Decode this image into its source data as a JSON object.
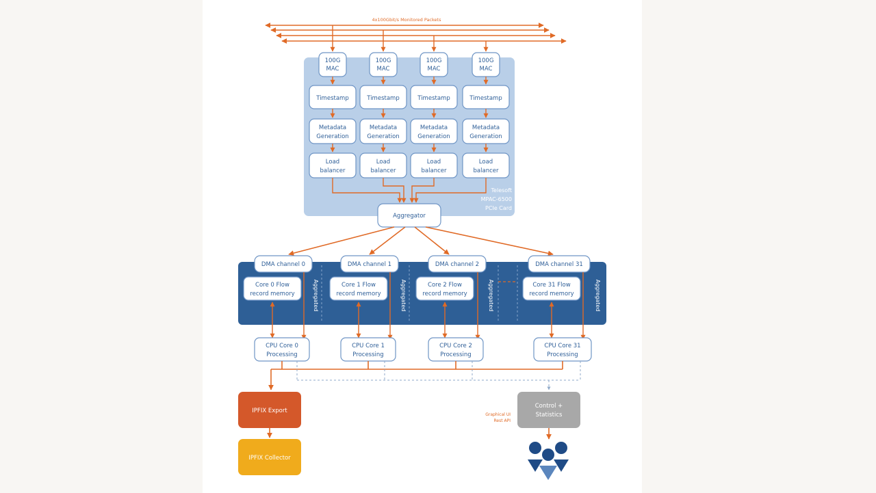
{
  "top_label": "4x100Gbit/s Monitored Packets",
  "mac": [
    {
      "line1": "100G",
      "line2": "MAC"
    },
    {
      "line1": "100G",
      "line2": "MAC"
    },
    {
      "line1": "100G",
      "line2": "MAC"
    },
    {
      "line1": "100G",
      "line2": "MAC"
    }
  ],
  "timestamp": [
    "Timestamp",
    "Timestamp",
    "Timestamp",
    "Timestamp"
  ],
  "metadata": [
    {
      "line1": "Metadata",
      "line2": "Generation"
    },
    {
      "line1": "Metadata",
      "line2": "Generation"
    },
    {
      "line1": "Metadata",
      "line2": "Generation"
    },
    {
      "line1": "Metadata",
      "line2": "Generation"
    }
  ],
  "balancer": [
    {
      "line1": "Load",
      "line2": "balancer"
    },
    {
      "line1": "Load",
      "line2": "balancer"
    },
    {
      "line1": "Load",
      "line2": "balancer"
    },
    {
      "line1": "Load",
      "line2": "balancer"
    }
  ],
  "card_label": {
    "line1": "Telesoft",
    "line2": "MPAC-6500",
    "line3": "PCIe Card"
  },
  "aggregator": "Aggregator",
  "channels": [
    {
      "dma": "DMA channel 0",
      "mem1": "Core 0 Flow",
      "mem2": "record memory",
      "agg": "Aggregated",
      "cpu1": "CPU Core 0",
      "cpu2": "Processing"
    },
    {
      "dma": "DMA channel 1",
      "mem1": "Core 1 Flow",
      "mem2": "record memory",
      "agg": "Aggregated",
      "cpu1": "CPU Core 1",
      "cpu2": "Processing"
    },
    {
      "dma": "DMA channel 2",
      "mem1": "Core 2 Flow",
      "mem2": "record memory",
      "agg": "Aggregated",
      "cpu1": "CPU Core 2",
      "cpu2": "Processing"
    },
    {
      "dma": "DMA channel 31",
      "mem1": "Core 31 Flow",
      "mem2": "record memory",
      "agg": "Aggregated",
      "cpu1": "CPU Core 31",
      "cpu2": "Processing"
    }
  ],
  "ipfix_export": "IPFIX Export",
  "ipfix_collector": "IPFIX Collector",
  "control": {
    "line1": "Control +",
    "line2": "Statistics"
  },
  "gui_label": {
    "line1": "Graphical UI",
    "line2": "Rest API"
  },
  "colors": {
    "arrow": "#e06a26",
    "card_bg": "#b9cfe8",
    "server_bg": "#2e5f96",
    "box_border": "#6f95c5",
    "export": "#d4582a",
    "collector": "#f0ab1c",
    "control": "#a8a8a8",
    "users": "#1f4b86"
  }
}
